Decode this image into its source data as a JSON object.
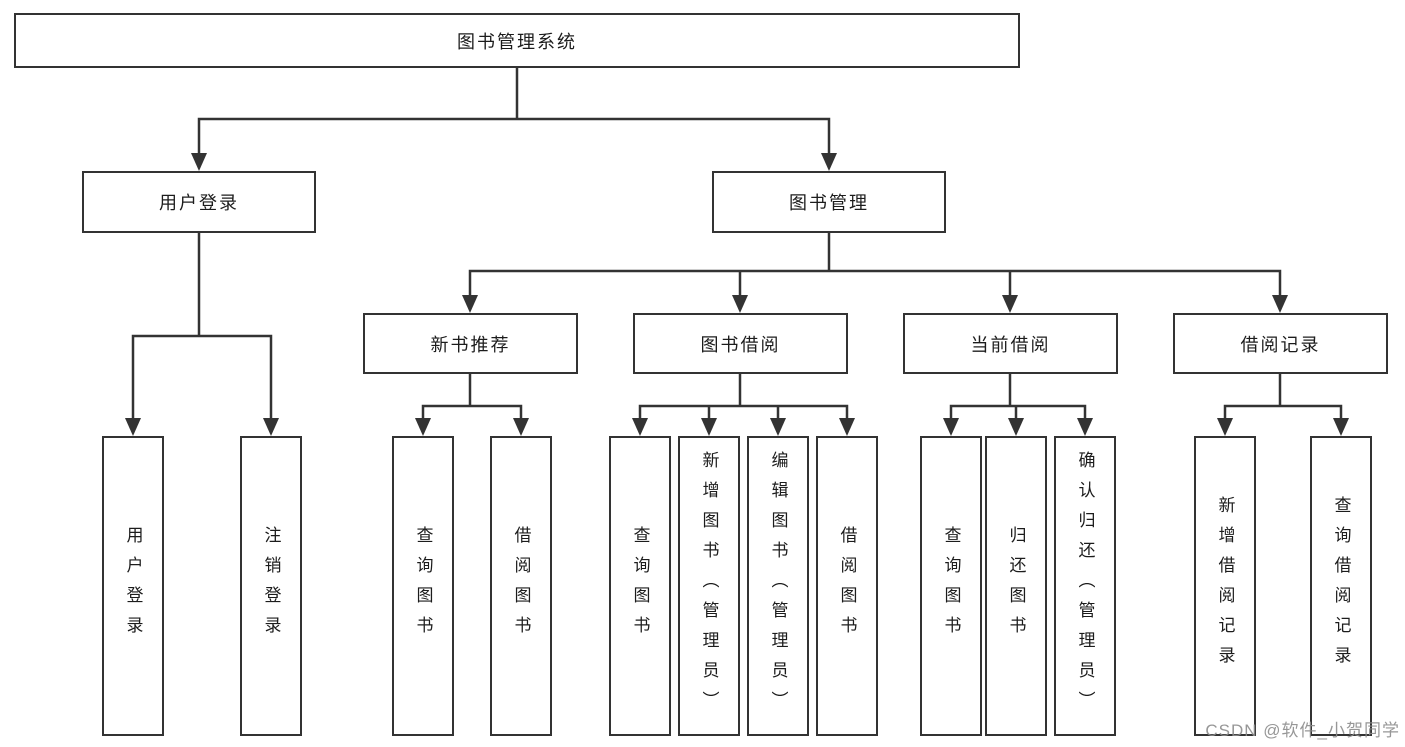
{
  "diagram": {
    "type": "hierarchy-tree",
    "colors": {
      "line": "#333333",
      "border": "#333333",
      "text": "#1c1c1c",
      "background": "#ffffff",
      "watermark": "#8c8c8c"
    },
    "tree": {
      "label": "图书管理系统",
      "children": [
        {
          "label": "用户登录",
          "children": [
            {
              "label": "用户登录"
            },
            {
              "label": "注销登录"
            }
          ]
        },
        {
          "label": "图书管理",
          "children": [
            {
              "label": "新书推荐",
              "children": [
                {
                  "label": "查询图书"
                },
                {
                  "label": "借阅图书"
                }
              ]
            },
            {
              "label": "图书借阅",
              "children": [
                {
                  "label": "查询图书"
                },
                {
                  "label": "新增图书（管理员）"
                },
                {
                  "label": "编辑图书（管理员）"
                },
                {
                  "label": "借阅图书"
                }
              ]
            },
            {
              "label": "当前借阅",
              "children": [
                {
                  "label": "查询图书"
                },
                {
                  "label": "归还图书"
                },
                {
                  "label": "确认归还（管理员）"
                }
              ]
            },
            {
              "label": "借阅记录",
              "children": [
                {
                  "label": "新增借阅记录"
                },
                {
                  "label": "查询借阅记录"
                }
              ]
            }
          ]
        }
      ]
    },
    "watermark": {
      "text": "CSDN @软件_小贺同学"
    }
  }
}
